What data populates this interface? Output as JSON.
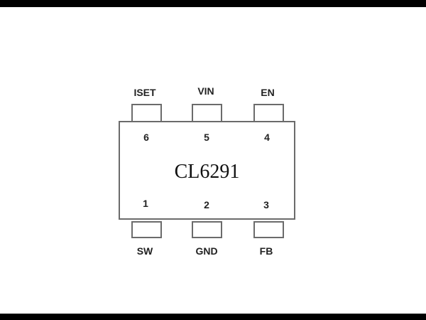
{
  "part_number": "CL6291",
  "pins": {
    "top": [
      {
        "number": "6",
        "name": "ISET"
      },
      {
        "number": "5",
        "name": "VIN"
      },
      {
        "number": "4",
        "name": "EN"
      }
    ],
    "bottom": [
      {
        "number": "1",
        "name": "SW"
      },
      {
        "number": "2",
        "name": "GND"
      },
      {
        "number": "3",
        "name": "FB"
      }
    ]
  },
  "colors": {
    "outline": "#6b6b6b",
    "text": "#222222",
    "frame_bars": "#000000"
  }
}
